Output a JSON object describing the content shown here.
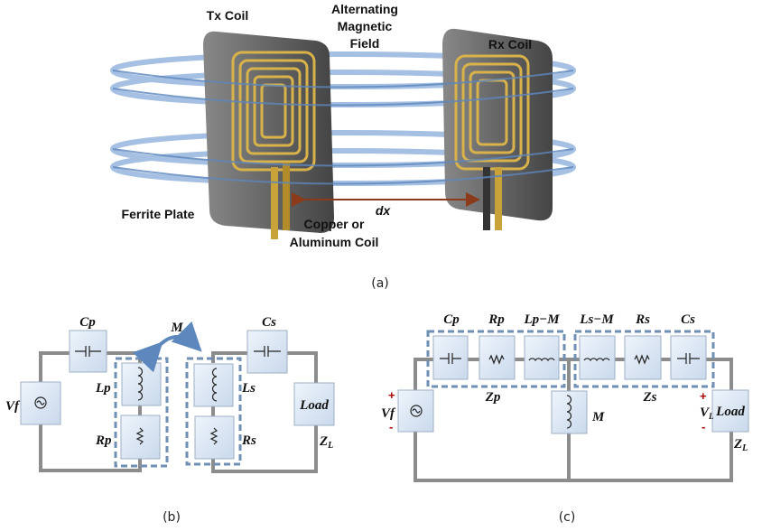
{
  "panel_a": {
    "caption": "(a)",
    "tx_coil": "Tx Coil",
    "rx_coil": "Rx Coil",
    "field_line1": "Alternating",
    "field_line2": "Magnetic",
    "field_line3": "Field",
    "ferrite": "Ferrite Plate",
    "distance": "dx",
    "coil_line1": "Copper or",
    "coil_line2": "Aluminum Coil"
  },
  "panel_b": {
    "caption": "(b)",
    "cp": "Cp",
    "m": "M",
    "cs": "Cs",
    "vf": "Vf",
    "lp": "Lp",
    "rp": "Rp",
    "ls": "Ls",
    "rs": "Rs",
    "load": "Load",
    "zl": "Z",
    "zl_sub": "L"
  },
  "panel_c": {
    "caption": "(c)",
    "cp": "Cp",
    "rp": "Rp",
    "lpm": "Lp−M",
    "lsm": "Ls−M",
    "rs": "Rs",
    "cs": "Cs",
    "zp": "Zp",
    "zs": "Zs",
    "vf": "Vf",
    "plus": "+",
    "minus": "-",
    "m": "M",
    "vl": "V",
    "vl_sub": "L",
    "load": "Load",
    "zl": "Z",
    "zl_sub": "L"
  },
  "colors": {
    "coil": "#d9b24a",
    "plate": "#555555",
    "field": "#7fa6d6",
    "dx_arrow": "#8b3a1a",
    "dashed": "#6f8fb5",
    "wire": "#8c8c8c"
  }
}
